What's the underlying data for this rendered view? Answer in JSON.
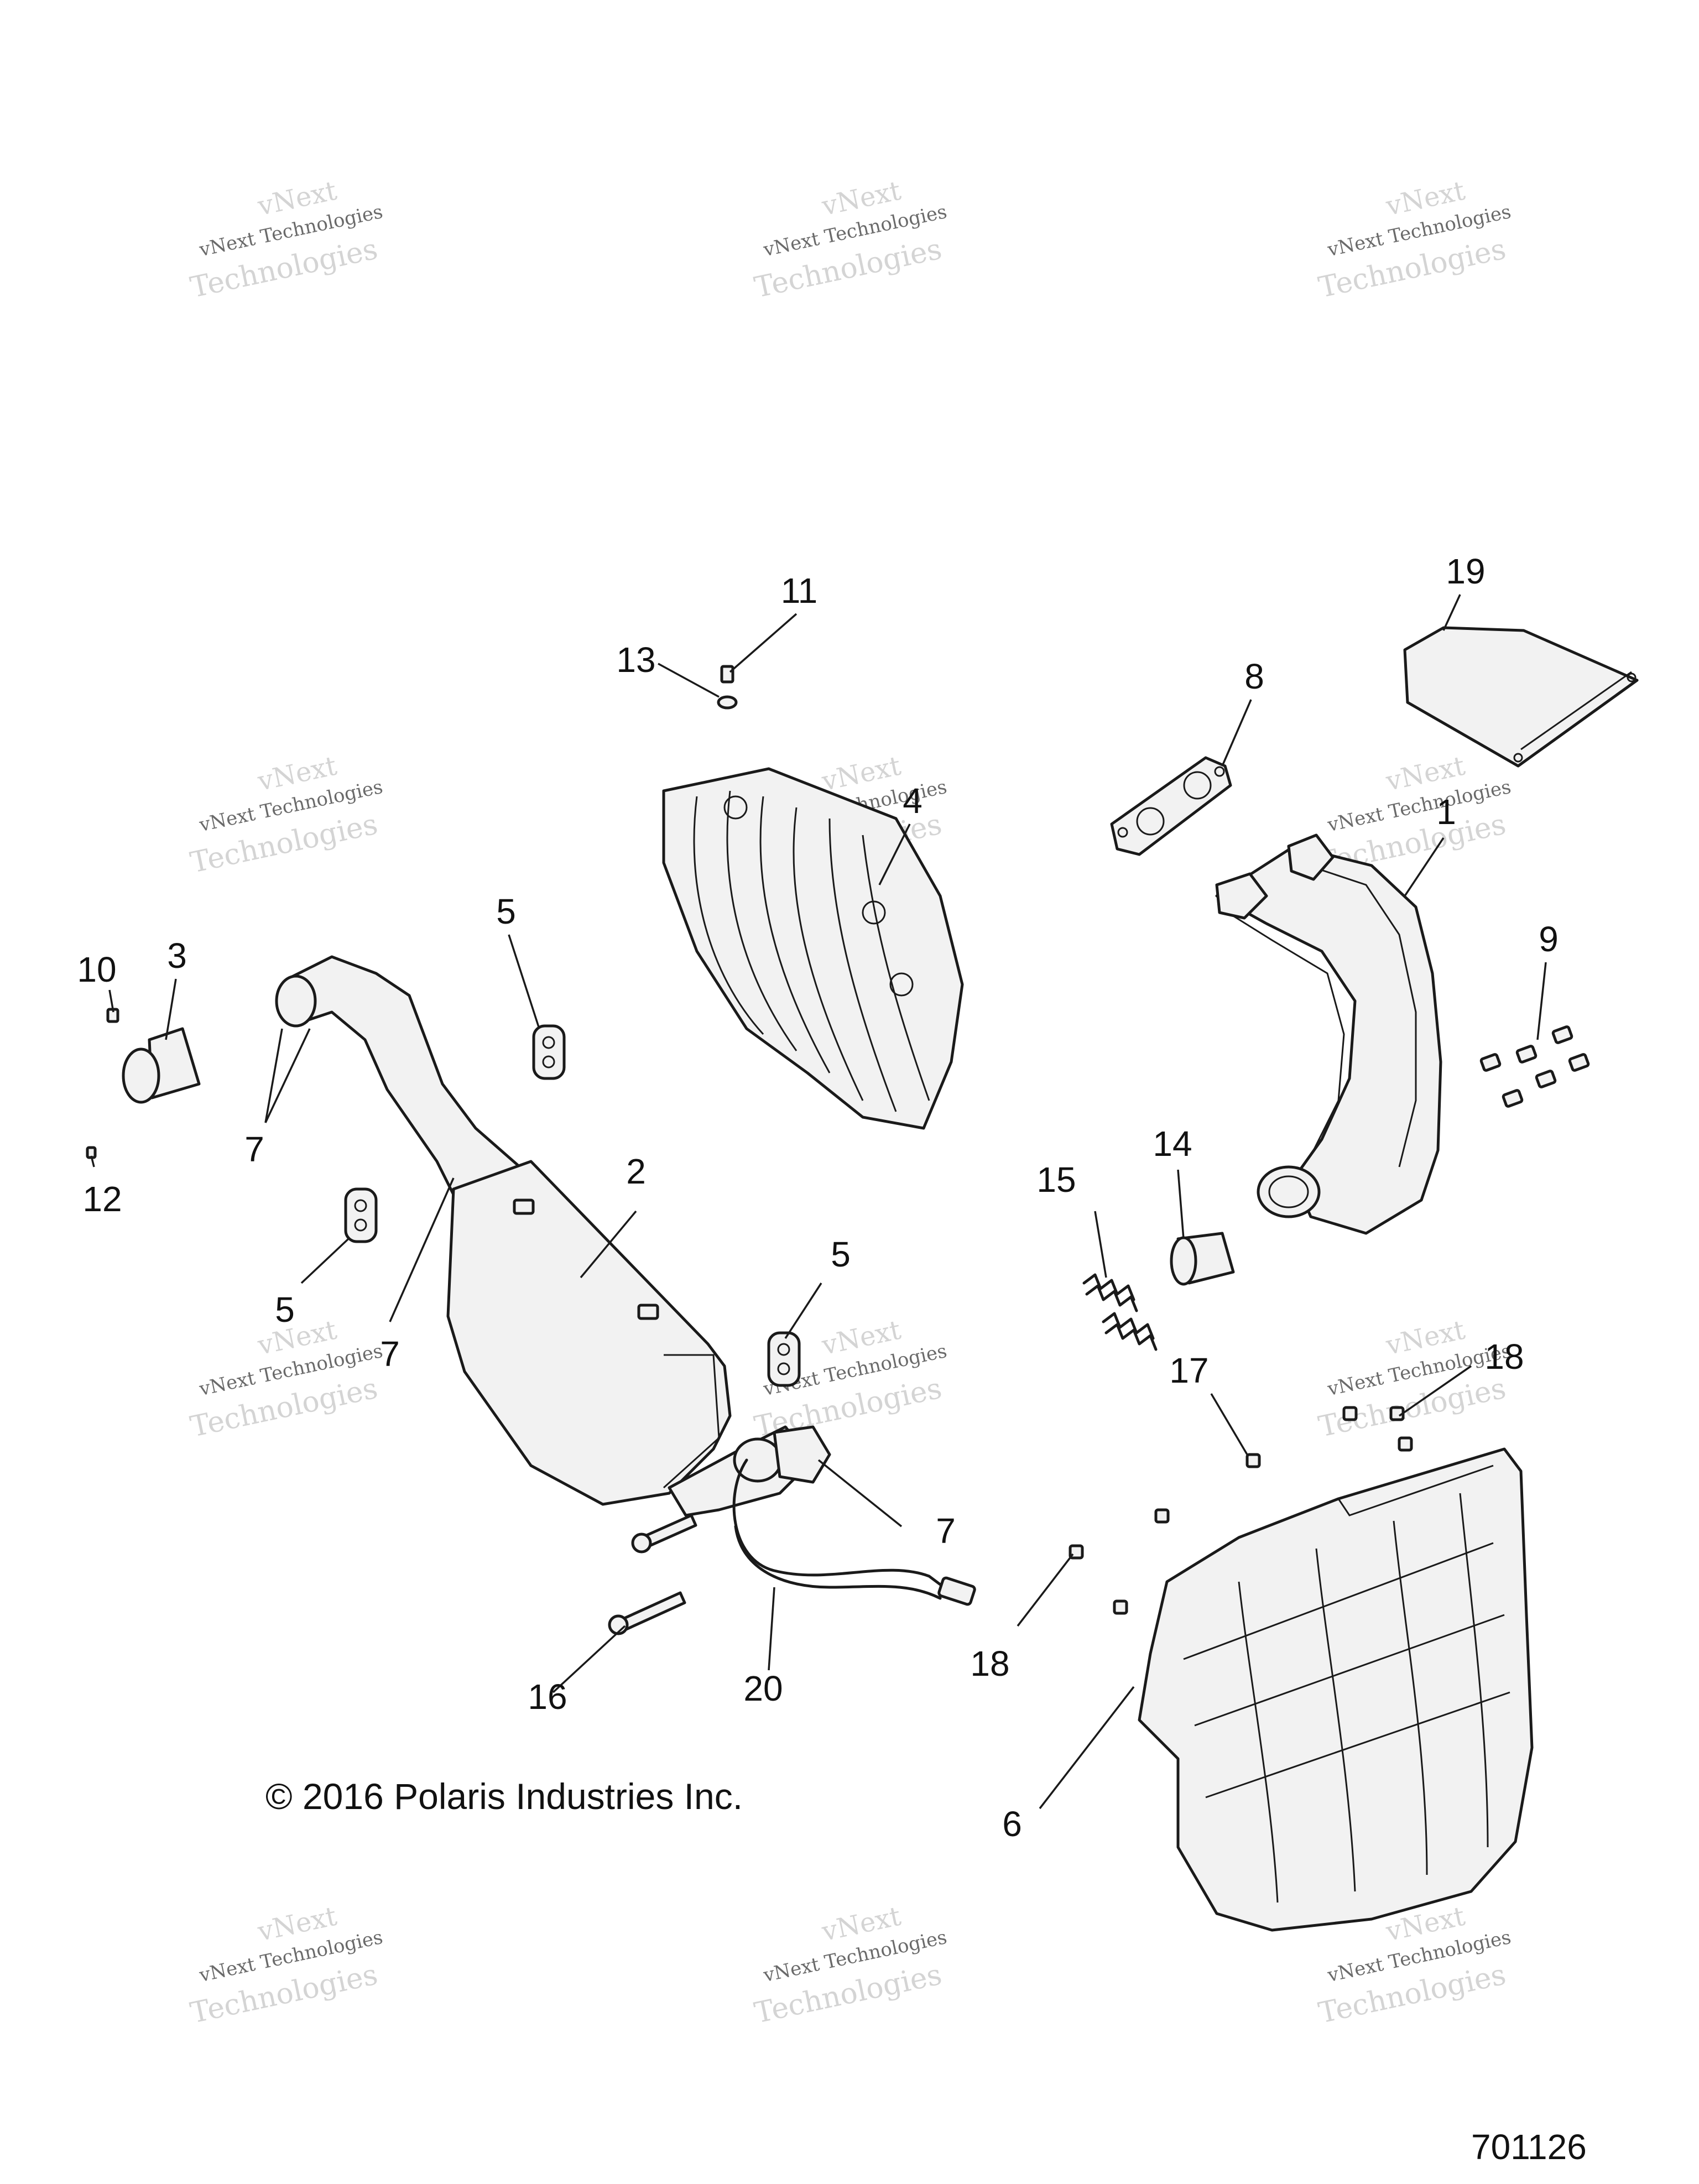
{
  "watermark": {
    "brand": "vNext",
    "line": "vNext Technologies",
    "word": "Technologies"
  },
  "callouts": {
    "c1": "1",
    "c2": "2",
    "c3": "3",
    "c4": "4",
    "c5": "5",
    "c6": "6",
    "c7": "7",
    "c8": "8",
    "c9": "9",
    "c10": "10",
    "c11": "11",
    "c12": "12",
    "c13": "13",
    "c14": "14",
    "c15": "15",
    "c16": "16",
    "c17": "17",
    "c18": "18",
    "c19": "19",
    "c20": "20"
  },
  "copyright": "© 2016 Polaris Industries Inc.",
  "drawing_number": "701126"
}
